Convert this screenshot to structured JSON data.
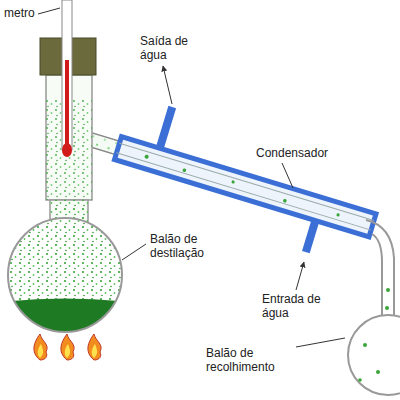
{
  "diagram": {
    "labels": [
      "metro",
      "Saída de água",
      "Condensador",
      "Balão de destilação",
      "Entrada de água",
      "Balão de recolhimento"
    ]
  }
}
